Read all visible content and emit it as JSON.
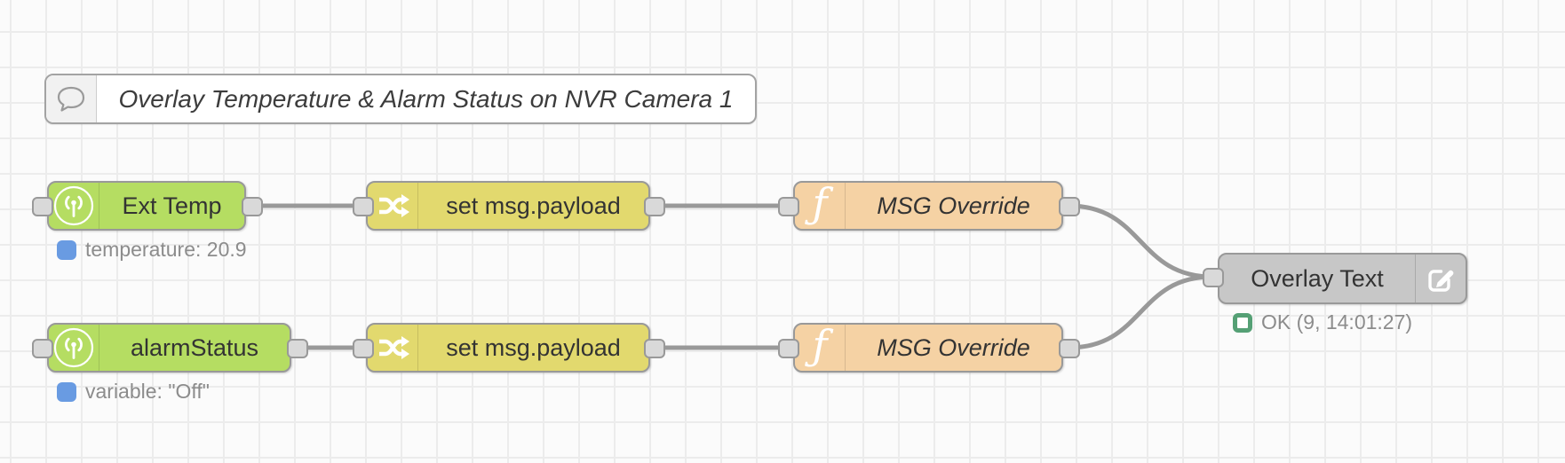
{
  "flow": {
    "comment": {
      "label": "Overlay Temperature & Alarm Status on NVR Camera 1"
    },
    "nodes": {
      "ext_temp": {
        "label": "Ext Temp",
        "status": "temperature: 20.9"
      },
      "alarm_status": {
        "label": "alarmStatus",
        "status": "variable: \"Off\""
      },
      "change_top": {
        "label": "set msg.payload"
      },
      "change_bottom": {
        "label": "set msg.payload"
      },
      "function_top": {
        "label": "MSG Override"
      },
      "function_bottom": {
        "label": "MSG Override"
      },
      "overlay_text": {
        "label": "Overlay Text",
        "status": "OK (9, 14:01:27)"
      }
    },
    "icons": {
      "function_glyph": "ƒ"
    },
    "colors": {
      "input_node": "#b5dd62",
      "change_node": "#e2d96e",
      "function_node": "#f5d2a4",
      "overlay_node": "#c7c7c7",
      "wire": "#999999",
      "status_running_blue": "#699be2",
      "status_ok_green": "#55a075"
    }
  }
}
